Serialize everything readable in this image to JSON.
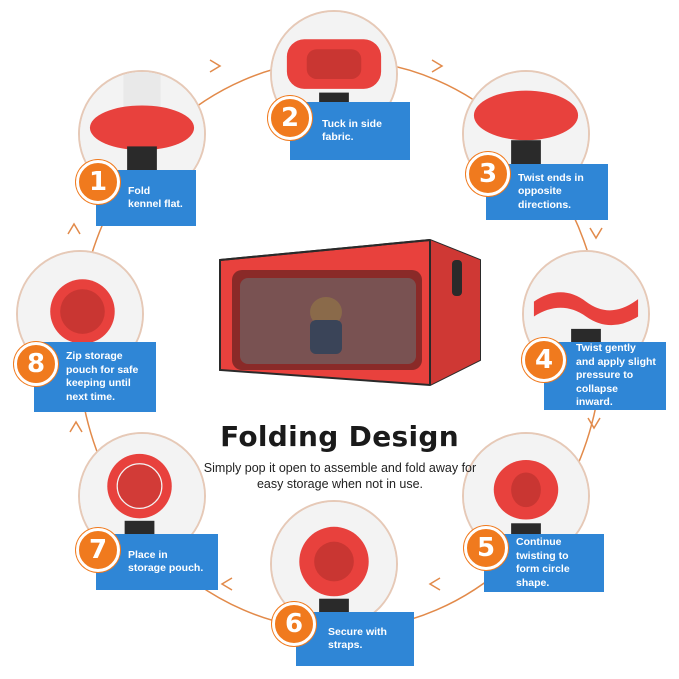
{
  "title": "Folding Design",
  "subtitle": "Simply pop it open to assemble and fold away for easy storage when not in use.",
  "colors": {
    "accent_orange": "#f07a1e",
    "label_blue": "#2f86d6",
    "kennel_red": "#e8413d",
    "arrow_orange": "#e28a4a"
  },
  "steps": [
    {
      "number": "1",
      "text": "Fold kennel flat."
    },
    {
      "number": "2",
      "text": "Tuck in side fabric."
    },
    {
      "number": "3",
      "text": "Twist ends in opposite directions."
    },
    {
      "number": "4",
      "text": "Twist gently and apply slight pressure to collapse inward."
    },
    {
      "number": "5",
      "text": "Continue twisting to form circle shape."
    },
    {
      "number": "6",
      "text": "Secure with straps."
    },
    {
      "number": "7",
      "text": "Place in storage pouch."
    },
    {
      "number": "8",
      "text": "Zip storage pouch for safe keeping until next time."
    }
  ]
}
